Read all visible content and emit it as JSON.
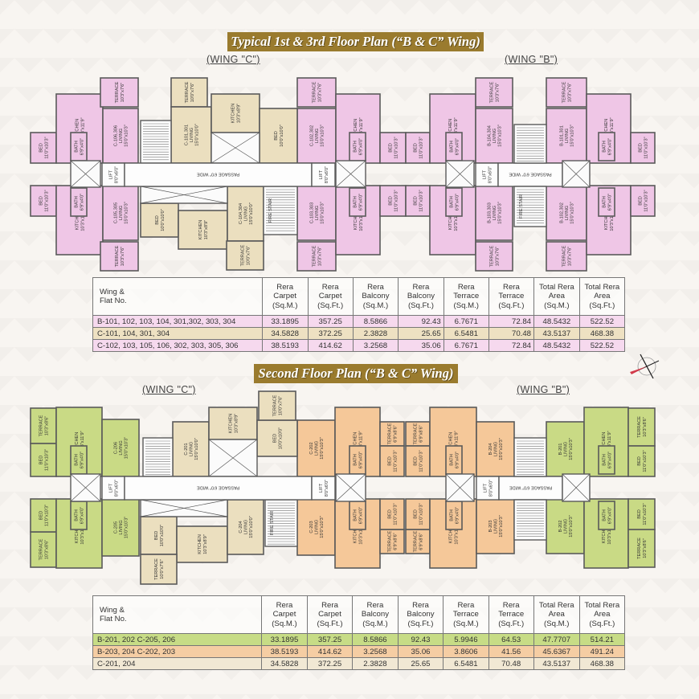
{
  "colors": {
    "banner": "#9a7b2e",
    "pink": "#efc6e6",
    "beige": "#ebdfbf",
    "green": "#c9da85",
    "orange": "#f5c899",
    "wall": "#5a5a5a",
    "row_pink": "#f6d9ee",
    "row_beige": "#eee1c2",
    "row_green": "#c7dc86",
    "row_orange": "#f5cda3",
    "row_light": "#f1e8d4"
  },
  "rooms": {
    "kitchen": [
      "KITCHEN",
      "10'3\"x11'9\""
    ],
    "kitchen_small": [
      "KITCHEN",
      "10'3\"x8'9\""
    ],
    "bed": [
      "BED",
      "11'0\"x10'3\""
    ],
    "bed_small": [
      "BED",
      "10'0\"x10'0\""
    ],
    "living": [
      "LIVING",
      "15'0\"x10'3\""
    ],
    "living_small": [
      "LIVING",
      "15'0\"x10'0\""
    ],
    "terrace": [
      "TERRACE",
      "10'3\"x7'6\""
    ],
    "terrace_c": [
      "TERRACE",
      "10'0\"x7'6\""
    ],
    "terrace_2": [
      "TERRACE",
      "10'3\"x8'6\""
    ],
    "terrace_o": [
      "TERRACE",
      "6'9\"x8'6\""
    ],
    "bath": [
      "BATH",
      "6'9\"x4'0\""
    ],
    "lift": [
      "LIFT",
      "8'0\"x6'0\""
    ],
    "passage": [
      "PASSAGE 6'0\" WIDE"
    ],
    "fire_stair": [
      "FIRE STAIR"
    ]
  },
  "plans": [
    {
      "title": "Typical 1st  & 3rd Floor Plan (“B & C” Wing)",
      "wing_c_label": "(WING \"C\")",
      "wing_b_label": "(WING \"B\")",
      "units": [
        "C-106,306",
        "C-105,305",
        "C-101,301",
        "C-104,304",
        "C-102,302",
        "C-103,303",
        "B-104,304",
        "B-103,303",
        "B-101,301",
        "B-102,302"
      ],
      "table": {
        "headers": [
          "Wing &\nFlat No.",
          "Rera\nCarpet\n(Sq.M.)",
          "Rera\nCarpet\n(Sq.Ft.)",
          "Rera\nBalcony\n(Sq.M.)",
          "Rera\nBalcony\n(Sq.Ft.)",
          "Rera\nTerrace\n(Sq.M.)",
          "Rera\nTerrace\n(Sq.Ft.)",
          "Total Rera\nArea\n(Sq.M.)",
          "Total Rera\nArea\n(Sq.Ft.)"
        ],
        "rows": [
          {
            "color": "row_pink",
            "cells": [
              "B-101, 102, 103, 104, 301,302, 303, 304",
              "33.1895",
              "357.25",
              "8.5866",
              "92.43",
              "6.7671",
              "72.84",
              "48.5432",
              "522.52"
            ]
          },
          {
            "color": "row_beige",
            "cells": [
              "C-101, 104, 301, 304",
              "34.5828",
              "372.25",
              "2.3828",
              "25.65",
              "6.5481",
              "70.48",
              "43.5137",
              "468.38"
            ]
          },
          {
            "color": "row_pink",
            "cells": [
              "C-102, 103, 105, 106, 302, 303, 305, 306",
              "38.5193",
              "414.62",
              "3.2568",
              "35.06",
              "6.7671",
              "72.84",
              "48.5432",
              "522.52"
            ]
          }
        ]
      }
    },
    {
      "title": "Second Floor Plan (“B & C” Wing)",
      "wing_c_label": "(WING \"C\")",
      "wing_b_label": "(WING \"B\")",
      "units": [
        "C-206",
        "C-205",
        "C-201",
        "C-204",
        "C-202",
        "C-203",
        "B-204",
        "B-203",
        "B-201",
        "B-202"
      ],
      "table": {
        "headers": [
          "Wing &\nFlat No.",
          "Rera\nCarpet\n(Sq.M.)",
          "Rera\nCarpet\n(Sq.Ft.)",
          "Rera\nBalcony\n(Sq.M.)",
          "Rera\nBalcony\n(Sq.Ft.)",
          "Rera\nTerrace\n(Sq.M.)",
          "Rera\nTerrace\n(Sq.Ft.)",
          "Total Rera\nArea\n(Sq.M.)",
          "Total Rera\nArea\n(Sq.Ft.)"
        ],
        "rows": [
          {
            "color": "row_green",
            "cells": [
              "B-201, 202  C-205, 206",
              "33.1895",
              "357.25",
              "8.5866",
              "92.43",
              "5.9946",
              "64.53",
              "47.7707",
              "514.21"
            ]
          },
          {
            "color": "row_orange",
            "cells": [
              "B-203, 204   C-202, 203",
              "38.5193",
              "414.62",
              "3.2568",
              "35.06",
              "3.8606",
              "41.56",
              "45.6367",
              "491.24"
            ]
          },
          {
            "color": "row_light",
            "cells": [
              "C-201, 204",
              "34.5828",
              "372.25",
              "2.3828",
              "25.65",
              "6.5481",
              "70.48",
              "43.5137",
              "468.38"
            ]
          }
        ]
      }
    }
  ],
  "compass_icon": "compass-rose-icon"
}
